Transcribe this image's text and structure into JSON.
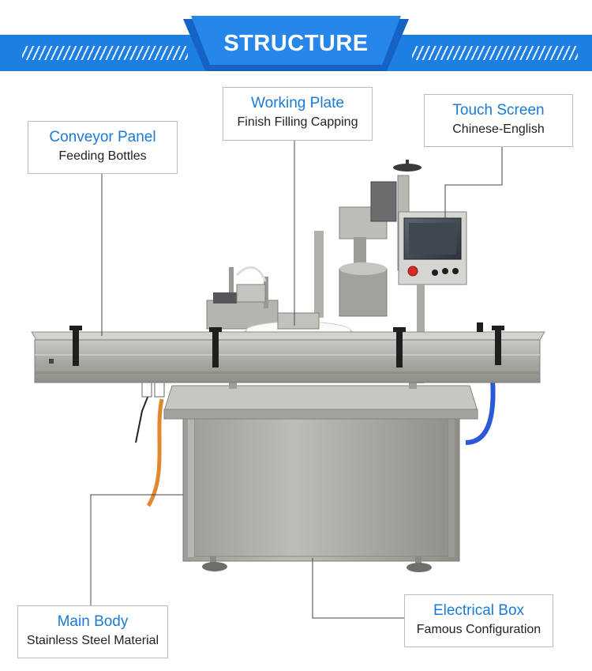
{
  "header": {
    "title": "STRUCTURE"
  },
  "callouts": {
    "conveyor_panel": {
      "heading": "Conveyor Panel",
      "subtext": "Feeding Bottles"
    },
    "working_plate": {
      "heading": "Working Plate",
      "subtext": "Finish Filling Capping"
    },
    "touch_screen": {
      "heading": "Touch Screen",
      "subtext": "Chinese-English"
    },
    "main_body": {
      "heading": "Main Body",
      "subtext": "Stainless Steel Material"
    },
    "electrical_box": {
      "heading": "Electrical Box",
      "subtext": "Famous Configuration"
    }
  },
  "colors": {
    "accent": "#1e7fe3",
    "heading_text": "#1a7ad6",
    "steel": "#a7a7a2",
    "emergency_stop": "#d62b22"
  }
}
